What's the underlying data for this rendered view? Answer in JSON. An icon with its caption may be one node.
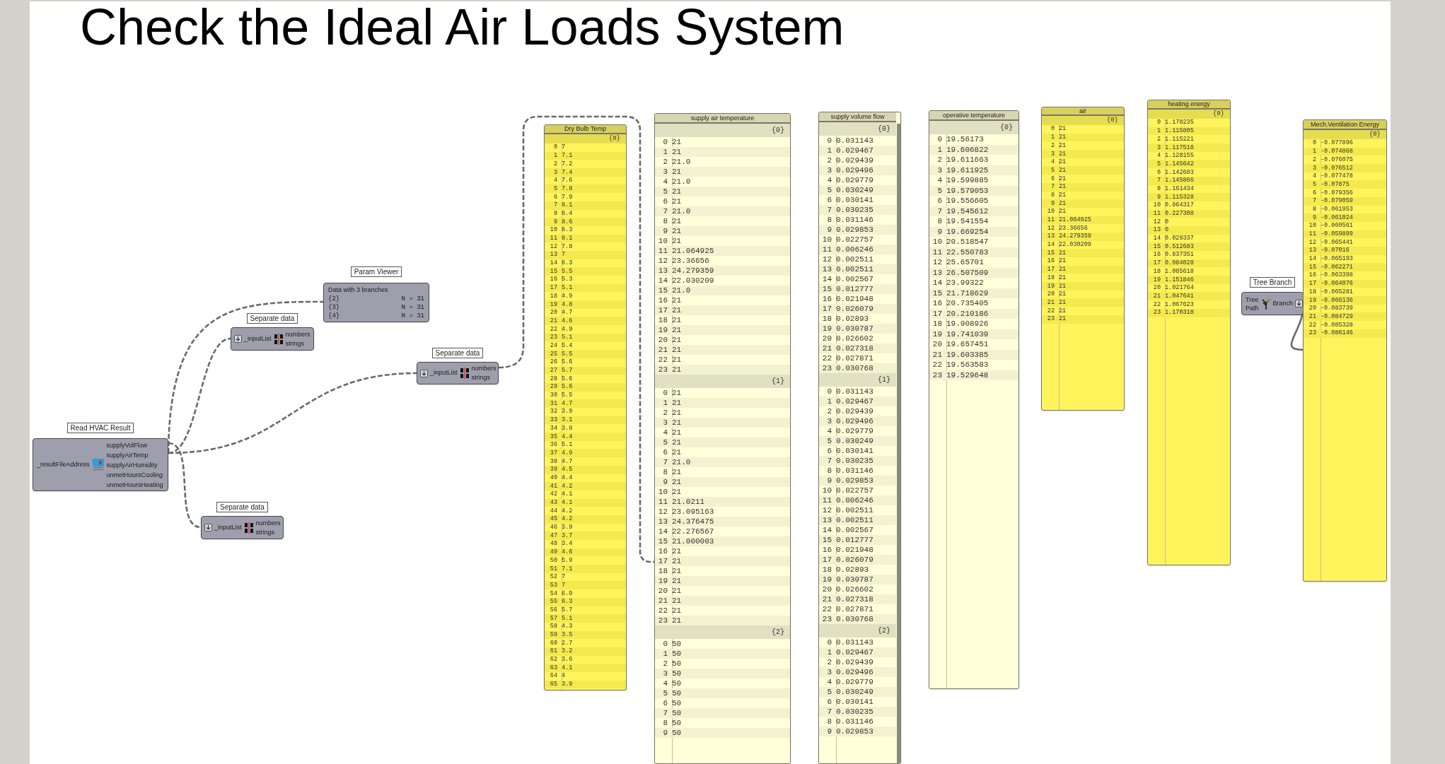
{
  "diagram": {
    "title": "Check the Ideal Air Loads System",
    "nodes": [
      {
        "text": [
          "Read HVAC Result",
          "_resultFileAddress",
          "supplyVolFlow",
          "supplyAirTemp",
          "supplyAirHumidity",
          "unmetHoursCooling",
          "unmetHoursHeating"
        ]
      },
      {
        "text": [
          "Param Viewer",
          "Data with 3 branches",
          "{2}",
          "N = 31",
          "{3}",
          "N = 31",
          "{4}",
          "N = 31"
        ]
      },
      {
        "text": [
          "Separate data",
          "_inputList",
          "numbers",
          "strings"
        ]
      },
      {
        "text": [
          "Separate data",
          "_inputList",
          "numbers",
          "strings"
        ]
      },
      {
        "text": [
          "Separate data",
          "_inputList",
          "numbers",
          "strings"
        ]
      },
      {
        "text": [
          "Dry Bulb Temp",
          "{0}",
          "0 7",
          "1 7.1",
          "2 7.2",
          "3 7.4",
          "4 7.6",
          "5 7.8",
          "6 7.9",
          "7 8.1",
          "8 8.4",
          "9 8.6",
          "10 8.3",
          "11 8.1",
          "12 7.8",
          "13 7",
          "14 6.3",
          "15 5.5",
          "16 5.3",
          "17 5.1",
          "18 4.9",
          "19 4.8",
          "20 4.7",
          "21 4.6",
          "22 4.9",
          "23 5.1",
          "24 5.4",
          "25 5.5",
          "26 5.6",
          "27 5.7",
          "28 5.6",
          "29 5.6",
          "30 5.5",
          "31 4.7",
          "32 3.9",
          "33 3.1",
          "34 3.8",
          "35 4.4",
          "36 5.1",
          "37 4.9",
          "38 4.7",
          "39 4.5",
          "40 4.4",
          "41 4.2",
          "42 4.1",
          "43 4.1",
          "44 4.2",
          "45 4.2",
          "46 3.9",
          "47 3.7",
          "48 3.4",
          "49 4.6",
          "50 5.9",
          "51 7.1",
          "52 7",
          "53 7",
          "54 6.9",
          "55 6.3",
          "56 5.7",
          "57 5.1",
          "58 4.3",
          "59 3.5",
          "60 2.7",
          "61 3.2",
          "62 3.6",
          "63 4.1",
          "64 4",
          "65 3.9"
        ]
      },
      {
        "text": [
          "supply air temperature",
          "{0}",
          "0 21",
          "1 21",
          "2 21.0",
          "3 21",
          "4 21.0",
          "5 21",
          "6 21",
          "7 21.0",
          "8 21",
          "9 21",
          "10 21",
          "11 21.064925",
          "12 23.36656",
          "13 24.279359",
          "14 22.030209",
          "15 21.0",
          "16 21",
          "17 21",
          "18 21",
          "19 21",
          "20 21",
          "21 21",
          "22 21",
          "23 21",
          "{1}",
          "0 21",
          "1 21",
          "2 21",
          "3 21",
          "4 21",
          "5 21",
          "6 21",
          "7 21.0",
          "8 21",
          "9 21",
          "10 21",
          "11 21.0211",
          "12 23.095163",
          "13 24.376475",
          "14 22.276567",
          "15 21.000003",
          "16 21",
          "17 21",
          "18 21",
          "19 21",
          "20 21",
          "21 21",
          "22 21",
          "23 21",
          "{2}",
          "0 50",
          "1 50",
          "2 50",
          "3 50",
          "4 50",
          "5 50",
          "6 50",
          "7 50",
          "8 50",
          "9 50"
        ]
      },
      {
        "text": [
          "supply volume flow",
          "{0}",
          "0 0.031143",
          "1 0.029467",
          "2 0.029439",
          "3 0.029496",
          "4 0.029779",
          "5 0.030249",
          "6 0.030141",
          "7 0.030235",
          "8 0.031146",
          "9 0.029853",
          "10 0.022757",
          "11 0.006246",
          "12 0.002511",
          "13 0.002511",
          "14 0.002567",
          "15 0.012777",
          "16 0.021948",
          "17 0.026079",
          "18 0.02893",
          "19 0.030787",
          "20 0.026602",
          "21 0.027318",
          "22 0.027871",
          "23 0.030768",
          "{1}",
          "0 0.031143",
          "1 0.029467",
          "2 0.029439",
          "3 0.029496",
          "4 0.029779",
          "5 0.030249",
          "6 0.030141",
          "7 0.030235",
          "8 0.031146",
          "9 0.029853",
          "10 0.022757",
          "11 0.006246",
          "12 0.002511",
          "13 0.002511",
          "14 0.002567",
          "15 0.012777",
          "16 0.021948",
          "17 0.026079",
          "18 0.02893",
          "19 0.030787",
          "20 0.026602",
          "21 0.027318",
          "22 0.027871",
          "23 0.030768",
          "{2}",
          "0 0.031143",
          "1 0.029467",
          "2 0.029439",
          "3 0.029496",
          "4 0.029779",
          "5 0.030249",
          "6 0.030141",
          "7 0.030235",
          "8 0.031146",
          "9 0.029853"
        ]
      },
      {
        "text": [
          "operative temperature",
          "{0}",
          "0 19.56173",
          "1 19.606822",
          "2 19.611663",
          "3 19.611925",
          "4 19.599885",
          "5 19.579053",
          "6 19.556605",
          "7 19.545612",
          "8 19.541554",
          "9 19.669254",
          "10 20.518547",
          "11 22.550783",
          "12 25.65701",
          "13 26.507509",
          "14 23.99322",
          "15 21.718629",
          "16 20.735405",
          "17 20.210186",
          "18 19.908926",
          "19 19.741039",
          "20 19.657451",
          "21 19.603385",
          "22 19.563583",
          "23 19.529648"
        ]
      },
      {
        "text": [
          "air",
          "{0}",
          "0 21",
          "1 21",
          "2 21",
          "3 21",
          "4 21",
          "5 21",
          "6 21",
          "7 21",
          "8 21",
          "9 21",
          "10 21",
          "11 21.064925",
          "12 23.36656",
          "13 24.279359",
          "14 22.030209",
          "15 21",
          "16 21",
          "17 21",
          "18 21",
          "19 21",
          "20 21",
          "21 21",
          "22 21",
          "23 21"
        ]
      },
      {
        "text": [
          "heating energy",
          "{0}",
          "0 1.178235",
          "1 1.115805",
          "2 1.115221",
          "3 1.117518",
          "4 1.128155",
          "5 1.145642",
          "6 1.142683",
          "7 1.145866",
          "8 1.161434",
          "9 1.115328",
          "10 0.864317",
          "11 0.227308",
          "12 0",
          "13 0",
          "14 0.029337",
          "15 0.512683",
          "16 0.837351",
          "17 0.984028",
          "18 1.085618",
          "19 1.151846",
          "20 1.021764",
          "21 1.047641",
          "22 1.067623",
          "23 1.170318"
        ]
      },
      {
        "text": [
          "Tree Branch",
          "Tree",
          "Path",
          "Branch"
        ]
      },
      {
        "text": [
          "Mech.Ventilation Energy",
          "{0}",
          "0 -0.077896",
          "1 -0.074868",
          "2 -0.076075",
          "3 -0.076512",
          "4 -0.077478",
          "5 -0.07875",
          "6 -0.079356",
          "7 -0.079059",
          "8 -0.061953",
          "9 -0.061024",
          "10 -0.060561",
          "11 -0.059899",
          "12 -0.065441",
          "13 -0.07016",
          "14 -0.065193",
          "15 -0.062271",
          "16 -0.063398",
          "17 -0.064076",
          "18 -0.065281",
          "19 -0.066136",
          "20 -0.083739",
          "21 -0.084729",
          "22 -0.085328",
          "23 -0.086146"
        ]
      }
    ],
    "edges": [
      {
        "from": 0,
        "to": 2,
        "arrow": "none",
        "style": "dashed"
      },
      {
        "from": 0,
        "to": 1,
        "arrow": "none",
        "style": "dashed"
      },
      {
        "from": 0,
        "to": 3,
        "arrow": "none",
        "style": "dashed"
      },
      {
        "from": 0,
        "to": 4,
        "arrow": "none",
        "style": "dashed"
      },
      {
        "from": 3,
        "to": 6,
        "arrow": "none",
        "style": "dashed"
      },
      {
        "from": 11,
        "to": 12,
        "arrow": "none"
      }
    ]
  }
}
